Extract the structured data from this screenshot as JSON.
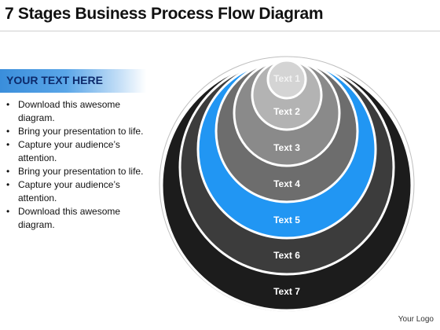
{
  "title": "7 Stages Business Process Flow Diagram",
  "sidebar": {
    "heading": "YOUR TEXT HERE",
    "bullets": [
      "Download this awesome diagram.",
      "Bring your presentation to life.",
      "Capture your audience’s attention.",
      "Bring your presentation to life.",
      "Capture your audience’s attention.",
      "Download this awesome diagram."
    ]
  },
  "stages": [
    {
      "label": "Text 1",
      "fill": "#d4d4d4",
      "text_color": "#f2f2f2"
    },
    {
      "label": "Text 2",
      "fill": "#b3b3b3",
      "text_color": "#ffffff"
    },
    {
      "label": "Text 3",
      "fill": "#8a8a8a",
      "text_color": "#ffffff"
    },
    {
      "label": "Text 4",
      "fill": "#6d6d6d",
      "text_color": "#ffffff"
    },
    {
      "label": "Text 5",
      "fill": "#2196f3",
      "text_color": "#ffffff"
    },
    {
      "label": "Text 6",
      "fill": "#3c3c3c",
      "text_color": "#ffffff"
    },
    {
      "label": "Text 7",
      "fill": "#1c1c1c",
      "text_color": "#ffffff"
    }
  ],
  "footer": {
    "logo_text": "Your Logo"
  }
}
